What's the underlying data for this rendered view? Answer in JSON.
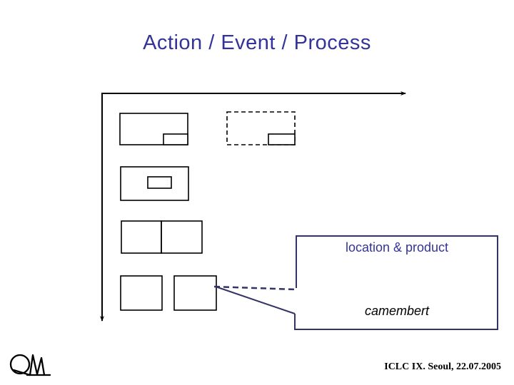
{
  "slide": {
    "title": "Action / Event / Process",
    "callout": {
      "top_label": "location & product",
      "bottom_label": "camembert"
    },
    "footer": "ICLC IX. Seoul, 22.07.2005",
    "logo": "QM-logo",
    "colors": {
      "title_text": "#333399",
      "callout_border": "#333366",
      "callout_top_text": "#333399",
      "callout_bottom_text": "#000000",
      "diagram_stroke": "#000000",
      "background": "#ffffff"
    }
  }
}
